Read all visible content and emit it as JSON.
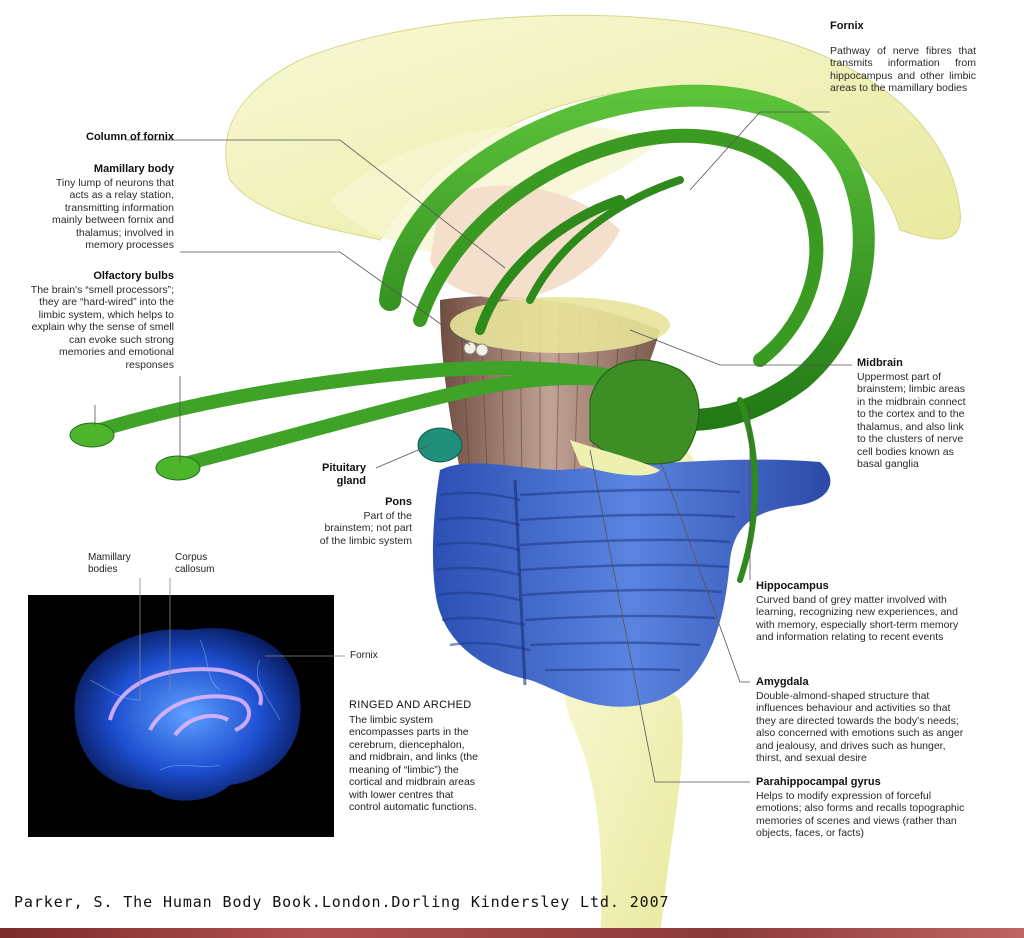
{
  "labels": {
    "fornix": {
      "title": "Fornix",
      "desc": "Pathway of nerve fibres that transmits information from hippocampus and other limbic areas to the mamillary bodies"
    },
    "column_of_fornix": {
      "title": "Column of fornix"
    },
    "mamillary_body": {
      "title": "Mamillary body",
      "desc": "Tiny lump of neurons that acts as a relay station, transmitting information mainly between fornix and thalamus; involved in memory processes"
    },
    "olfactory_bulbs": {
      "title": "Olfactory bulbs",
      "desc": "The brain's “smell processors”; they are “hard-wired” into the limbic system, which helps to explain why the sense of smell can evoke such strong memories and emotional responses"
    },
    "midbrain": {
      "title": "Midbrain",
      "desc": "Uppermost part of brainstem; limbic areas in the midbrain connect to the cortex and to the thalamus, and also link to the clusters of nerve cell bodies known as basal ganglia"
    },
    "pituitary_gland": {
      "title": "Pituitary gland"
    },
    "pons": {
      "title": "Pons",
      "desc": "Part of the brainstem; not part of the limbic system"
    },
    "hippocampus": {
      "title": "Hippocampus",
      "desc": "Curved band of grey matter involved with learning, recognizing new experiences, and with memory, especially short-term memory and information relating to  recent events"
    },
    "amygdala": {
      "title": "Amygdala",
      "desc": "Double-almond-shaped structure that influences behaviour and activities so that they are directed towards the body's needs; also concerned with emotions such as anger and jealousy, and drives such as hunger, thirst, and sexual desire"
    },
    "parahippocampal_gyrus": {
      "title": "Parahippocampal gyrus",
      "desc": "Helps to modify expression of forceful emotions; also forms and recalls topographic memories of scenes and views (rather than objects, faces, or facts)"
    }
  },
  "inset": {
    "mamillary_bodies": "Mamillary bodies",
    "corpus_callosum": "Corpus callosum",
    "fornix": "Fornix"
  },
  "caption": {
    "title": "RINGED AND ARCHED",
    "body": "The limbic system encompasses parts in the cerebrum, diencephalon, and midbrain, and links (the meaning of “limbic”) the cortical and midbrain areas with lower centres that control automatic functions."
  },
  "citation": "Parker, S. The Human Body Book.London.Dorling Kindersley Ltd. 2007",
  "colors": {
    "limbic_green": "#3fa327",
    "dark_green": "#1f6a14",
    "cerebellum_blue": "#3b63c8",
    "brainstem_yellow": "#f3f3bc",
    "corpus_cream": "#f5f0c4",
    "midbrain_brown": "#9a7a6a",
    "pituitary_teal": "#1f8f7a",
    "inset_bg": "#000000"
  }
}
